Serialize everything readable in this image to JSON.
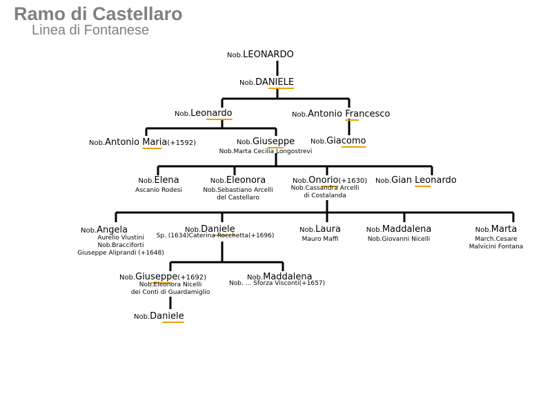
{
  "title": "Ramo di Castellaro",
  "subtitle": "Linea di Fontanese",
  "prefix": "Nob.",
  "people": {
    "leonardo_root": {
      "name_pre": "LEONARDO",
      "name_hl": "",
      "name_post": ""
    },
    "daniele_1": {
      "name_pre": "DA",
      "name_hl": "NIELE",
      "name_post": ""
    },
    "leonardo_2": {
      "name_pre": "Leo",
      "name_hl": "nardo",
      "name_post": ""
    },
    "antonio_francesco": {
      "name_pre": "Antonio ",
      "name_hl": "Fra",
      "name_post": "ncesco"
    },
    "antonio_maria": {
      "name_pre": "Antonio ",
      "name_hl": "Mari",
      "name_post": "a",
      "extra": "(+1592)"
    },
    "giuseppe_1": {
      "name_pre": "Giu",
      "name_hl": "sep",
      "name_post": "pe",
      "spouse": "Nob.Marta Cecilia Longostrevi"
    },
    "giacomo": {
      "name_pre": "Gia",
      "name_hl": "como",
      "name_post": ""
    },
    "elena": {
      "name_pre": "Elena",
      "name_hl": "",
      "name_post": "",
      "spouse": "Ascanio Rodesi"
    },
    "eleonora": {
      "name_pre": "Eleonora",
      "name_hl": "",
      "name_post": "",
      "spouse_lines": [
        "Nob.Sebastiano Arcelli",
        "del Castellaro"
      ]
    },
    "onorio": {
      "name_pre": "On",
      "name_hl": "orio",
      "name_post": "",
      "extra": "(+1630)",
      "spouse_lines": [
        "Nob.Cassandra Arcelli",
        "di Costalanda"
      ]
    },
    "gian_leonardo": {
      "name_pre": "Gian ",
      "name_hl": "Leo",
      "name_post": "nardo"
    },
    "angela": {
      "name_pre": "Angela",
      "name_hl": "",
      "name_post": "",
      "spouse_lines": [
        "Aurelio Viustini",
        "Nob.Bracciforti",
        "Giuseppe Aliprandi (+1648)"
      ]
    },
    "daniele_2": {
      "name_pre": "Da",
      "name_hl": "niele",
      "name_post": "",
      "spouse": "Sp. (1634)Caterina Rocchetta(+1696)"
    },
    "laura": {
      "name_pre": "Laura",
      "name_hl": "",
      "name_post": "",
      "spouse": "Mauro Maffi"
    },
    "maddalena_1": {
      "name_pre": "Maddalena",
      "name_hl": "",
      "name_post": "",
      "spouse": "Nob.Giovanni Nicelli"
    },
    "marta": {
      "name_pre": "Marta",
      "name_hl": "",
      "name_post": "",
      "spouse_lines": [
        "March.Cesare",
        "Malvicini Fontana"
      ]
    },
    "giuseppe_2": {
      "name_pre": "Giu",
      "name_hl": "sepp",
      "name_post": "e",
      "extra": "(+1692)",
      "spouse_lines": [
        "Nob.Eleonora Nicelli",
        "dei Conti di Guardamiglio"
      ]
    },
    "maddalena_2": {
      "name_pre": "Maddalena",
      "name_hl": "",
      "name_post": "",
      "spouse": "Nob. ... Sforza Visconti(+1657)"
    },
    "daniele_3": {
      "name_pre": "Da",
      "name_hl": "niele",
      "name_post": ""
    }
  },
  "colors": {
    "title": "#808080",
    "lines": "#000000",
    "underline": "#e8a000"
  }
}
